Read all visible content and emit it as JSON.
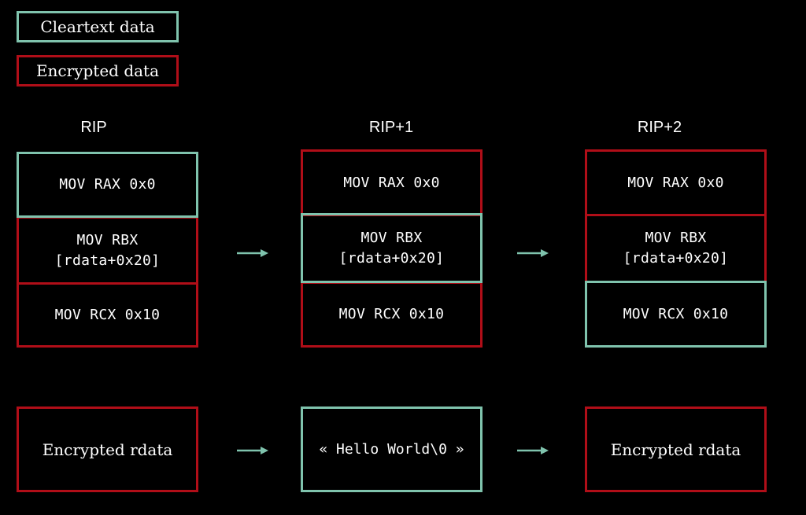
{
  "legend": {
    "cleartext_label": "Cleartext data",
    "encrypted_label": "Encrypted data"
  },
  "colors": {
    "cleartext": "#7fc3ad",
    "encrypted": "#b00e18",
    "background": "#000000"
  },
  "columns": [
    {
      "label": "RIP",
      "instructions": [
        {
          "text": "MOV RAX 0x0",
          "state": "cleartext"
        },
        {
          "text": "MOV RBX\n[rdata+0x20]",
          "state": "encrypted"
        },
        {
          "text": "MOV RCX 0x10",
          "state": "encrypted"
        }
      ],
      "rdata": {
        "text": "Encrypted rdata",
        "state": "encrypted"
      }
    },
    {
      "label": "RIP+1",
      "instructions": [
        {
          "text": "MOV RAX 0x0",
          "state": "encrypted"
        },
        {
          "text": "MOV RBX\n[rdata+0x20]",
          "state": "cleartext"
        },
        {
          "text": "MOV RCX 0x10",
          "state": "encrypted"
        }
      ],
      "rdata": {
        "text": "« Hello World\\0 »",
        "state": "cleartext"
      }
    },
    {
      "label": "RIP+2",
      "instructions": [
        {
          "text": "MOV RAX 0x0",
          "state": "encrypted"
        },
        {
          "text": "MOV RBX\n[rdata+0x20]",
          "state": "encrypted"
        },
        {
          "text": "MOV RCX 0x10",
          "state": "cleartext"
        }
      ],
      "rdata": {
        "text": "Encrypted rdata",
        "state": "encrypted"
      }
    }
  ]
}
